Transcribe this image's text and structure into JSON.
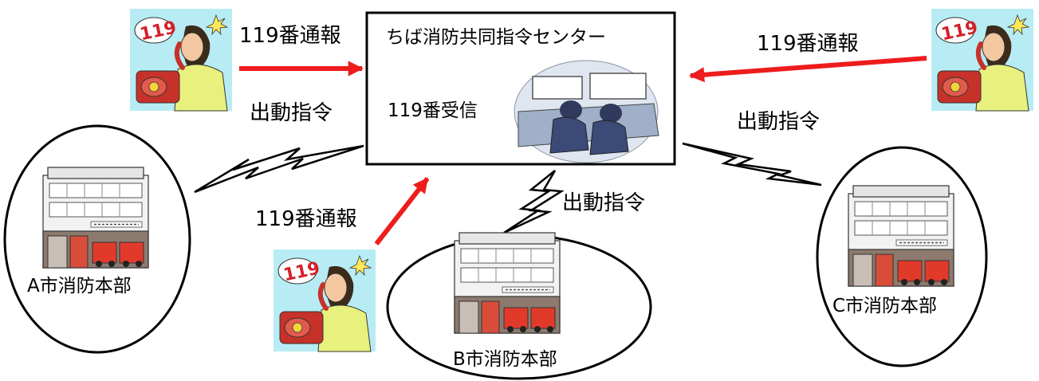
{
  "center": {
    "title": "ちば消防共同指令センター",
    "receive_label": "119番受信"
  },
  "labels": {
    "report_top_left": "119番通報",
    "report_top_right": "119番通報",
    "report_bottom": "119番通報",
    "dispatch_left": "出動指令",
    "dispatch_right": "出動指令",
    "dispatch_bottom": "出動指令"
  },
  "stations": {
    "a": "A市消防本部",
    "b": "B市消防本部",
    "c": "C市消防本部"
  },
  "icons": {
    "caller": "119-caller-icon",
    "station": "fire-station-building-icon",
    "operators": "dispatch-operators-icon"
  },
  "colors": {
    "report_arrow": "#ee1c1c",
    "caller_bg": "#b8ecf4",
    "line": "#000000"
  },
  "caller_badge_text": "119"
}
